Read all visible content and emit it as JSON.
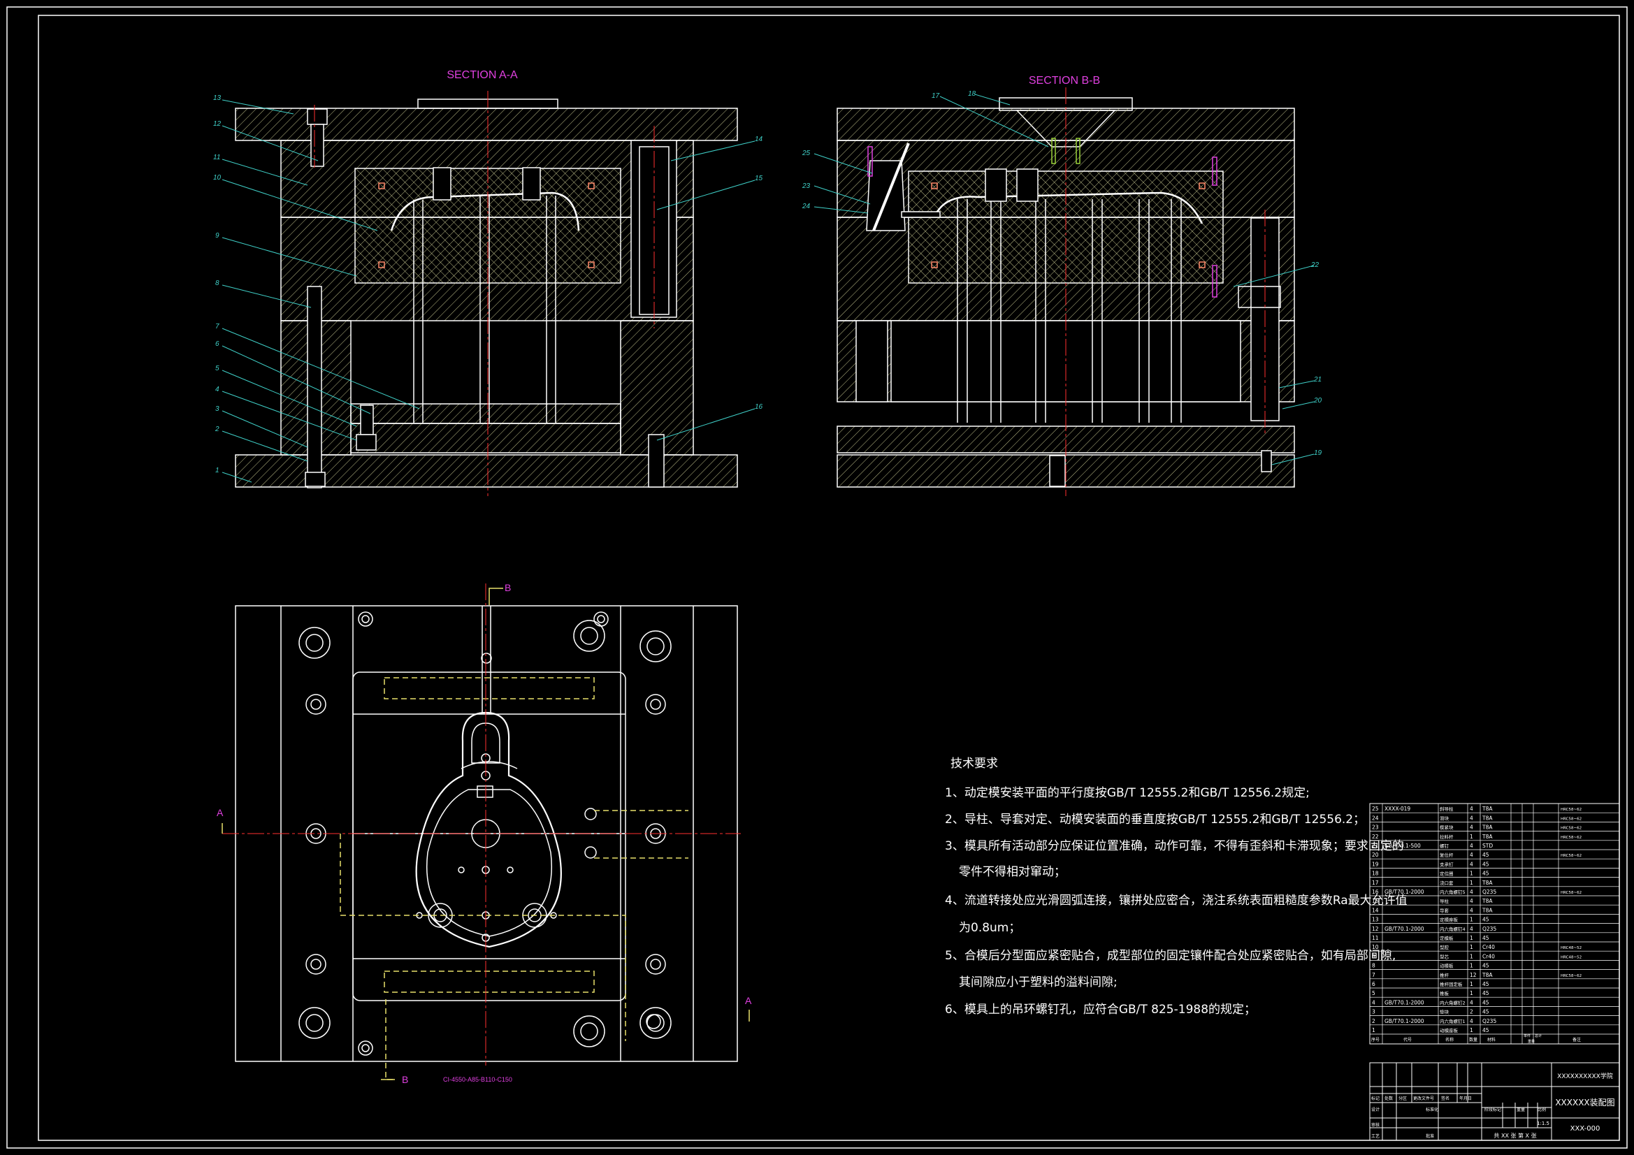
{
  "sections": {
    "aa": "SECTION A-A",
    "bb": "SECTION B-B"
  },
  "balloons_aa": [
    "1",
    "2",
    "3",
    "4",
    "5",
    "6",
    "7",
    "8",
    "9",
    "10",
    "11",
    "12",
    "13",
    "14",
    "15",
    "16"
  ],
  "balloons_bb": [
    "17",
    "18",
    "19",
    "20",
    "21",
    "22",
    "23",
    "24",
    "25"
  ],
  "plan": {
    "mark_b": "B",
    "mark_a": "A",
    "spec_code": "CI-4550-A85-B110-C150"
  },
  "tech": {
    "title": "技术要求",
    "lines": [
      "1、动定模安装平面的平行度按GB/T 12555.2和GB/T 12556.2规定;",
      "2、导柱、导套对定、动模安装面的垂直度按GB/T 12555.2和GB/T 12556.2；",
      "3、模具所有活动部分应保证位置准确，动作可靠，不得有歪斜和卡滞现象；要求固定的",
      "零件不得相对窜动；",
      "4、流道转接处应光滑圆弧连接，镶拼处应密合，浇注系统表面粗糙度参数Ra最大允许值",
      "为0.8um；",
      "5、合模后分型面应紧密贴合，成型部位的固定镶件配合处应紧密贴合，如有局部间隙,",
      "其间隙应小于塑料的溢料间隙;",
      "6、模具上的吊环螺钉孔，应符合GB/T 825-1988的规定；"
    ]
  },
  "bom": [
    {
      "no": "25",
      "code": "XXXX-019",
      "name": "斜导柱",
      "qty": "4",
      "mat": "T8A",
      "note": "HRC58~62"
    },
    {
      "no": "24",
      "code": "",
      "name": "滑块",
      "qty": "4",
      "mat": "T8A",
      "note": "HRC58~62"
    },
    {
      "no": "23",
      "code": "",
      "name": "楔紧块",
      "qty": "4",
      "mat": "T8A",
      "note": "HRC58~62"
    },
    {
      "no": "22",
      "code": "",
      "name": "拉料杆",
      "qty": "1",
      "mat": "T8A",
      "note": "HRC58~62"
    },
    {
      "no": "21",
      "code": "GB/T70.1-500",
      "name": "螺钉",
      "qty": "4",
      "mat": "STD",
      "note": ""
    },
    {
      "no": "20",
      "code": "",
      "name": "复位杆",
      "qty": "4",
      "mat": "45",
      "note": "HRC58~62"
    },
    {
      "no": "19",
      "code": "",
      "name": "支承钉",
      "qty": "4",
      "mat": "45",
      "note": ""
    },
    {
      "no": "18",
      "code": "",
      "name": "定位圈",
      "qty": "1",
      "mat": "45",
      "note": ""
    },
    {
      "no": "17",
      "code": "",
      "name": "浇口套",
      "qty": "1",
      "mat": "T8A",
      "note": ""
    },
    {
      "no": "16",
      "code": "GB/T70.1-2000",
      "name": "内六角螺钉5",
      "qty": "4",
      "mat": "Q235",
      "note": "HRC58~62"
    },
    {
      "no": "15",
      "code": "",
      "name": "导柱",
      "qty": "4",
      "mat": "T8A",
      "note": ""
    },
    {
      "no": "14",
      "code": "",
      "name": "导套",
      "qty": "4",
      "mat": "T8A",
      "note": ""
    },
    {
      "no": "13",
      "code": "",
      "name": "定模座板",
      "qty": "1",
      "mat": "45",
      "note": ""
    },
    {
      "no": "12",
      "code": "GB/T70.1-2000",
      "name": "内六角螺钉4",
      "qty": "4",
      "mat": "Q235",
      "note": ""
    },
    {
      "no": "11",
      "code": "",
      "name": "定模板",
      "qty": "1",
      "mat": "45",
      "note": ""
    },
    {
      "no": "10",
      "code": "",
      "name": "型腔",
      "qty": "1",
      "mat": "Cr40",
      "note": "HRC48~52"
    },
    {
      "no": "9",
      "code": "",
      "name": "型芯",
      "qty": "1",
      "mat": "Cr40",
      "note": "HRC48~52"
    },
    {
      "no": "8",
      "code": "",
      "name": "动模板",
      "qty": "1",
      "mat": "45",
      "note": ""
    },
    {
      "no": "7",
      "code": "",
      "name": "推杆",
      "qty": "12",
      "mat": "T8A",
      "note": "HRC58~62"
    },
    {
      "no": "6",
      "code": "",
      "name": "推杆固定板",
      "qty": "1",
      "mat": "45",
      "note": ""
    },
    {
      "no": "5",
      "code": "",
      "name": "推板",
      "qty": "1",
      "mat": "45",
      "note": ""
    },
    {
      "no": "4",
      "code": "GB/T70.1-2000",
      "name": "内六角螺钉2",
      "qty": "4",
      "mat": "45",
      "note": ""
    },
    {
      "no": "3",
      "code": "",
      "name": "垫块",
      "qty": "2",
      "mat": "45",
      "note": ""
    },
    {
      "no": "2",
      "code": "GB/T70.1-2000",
      "name": "内六角螺钉1",
      "qty": "4",
      "mat": "Q235",
      "note": ""
    },
    {
      "no": "1",
      "code": "",
      "name": "动模座板",
      "qty": "1",
      "mat": "45",
      "note": ""
    }
  ],
  "bom_header": {
    "no": "序号",
    "code": "代号",
    "name": "名称",
    "qty": "数量",
    "mat": "材料",
    "weight": "重量",
    "unit": "单件",
    "total": "总计",
    "note": "备注"
  },
  "title_block": {
    "school": "XXXXXXXXXX学院",
    "drawing": "XXXXXX装配图",
    "drawing_no": "XXX-000",
    "sheets": "共 XX 张  第 X 张",
    "scale": "1:1.5",
    "labels": {
      "mark": "标记",
      "count": "处数",
      "zone": "分区",
      "change_no": "更改文件号",
      "sign": "签名",
      "date": "年月日",
      "design": "设计",
      "std": "标准化",
      "stage": "阶段标记",
      "weight": "重量",
      "ratio": "比例",
      "check": "审核",
      "craft": "工艺",
      "approve": "批准"
    }
  },
  "colors": {
    "line": "#ffffff",
    "hatch": "#c9c98f",
    "center": "#ff3030",
    "leader": "#3fd0c8",
    "magenta": "#e040e0",
    "green": "#9bd23a",
    "hidden": "#e8e06a"
  }
}
